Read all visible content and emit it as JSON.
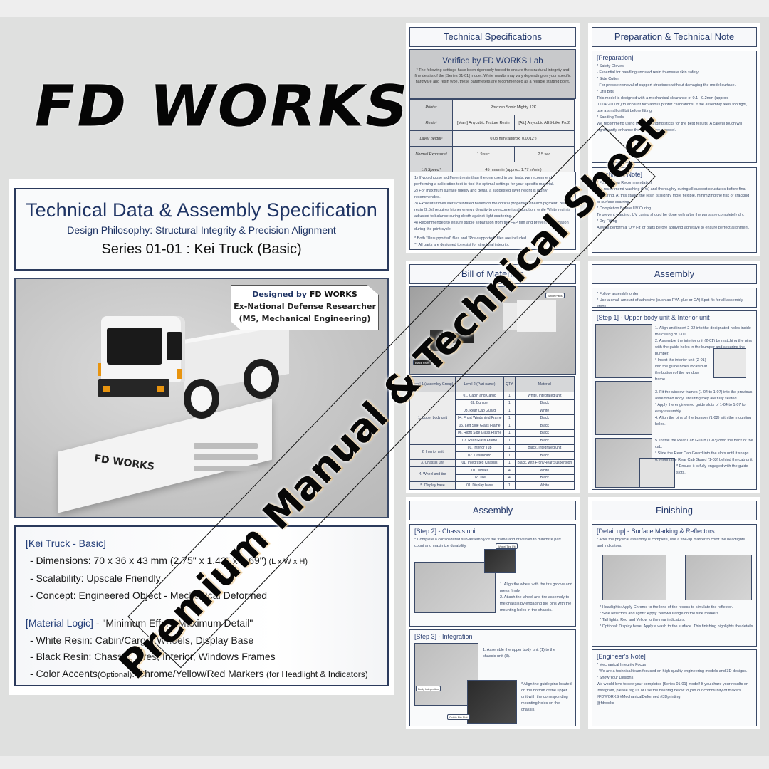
{
  "brand": {
    "logo_text": "FD WORKS"
  },
  "watermark": {
    "text": "Premium Manual & Technical Sheet"
  },
  "main_sheet": {
    "title": "Technical Data & Assembly Specification",
    "subtitle": "Design Philosophy: Structural Integrity & Precision Alignment",
    "series": "Series 01-01 : Kei Truck (Basic)",
    "designer_badge": {
      "line1_prefix": "Designed by ",
      "line1_brand": "FD WORKS",
      "line2": "Ex-National Defense Researcher",
      "line3": "(MS, Mechanical Engineering)"
    },
    "base_label": "FD WORKS",
    "specs": {
      "heading1": "[Kei Truck - Basic]",
      "dimensions": "- Dimensions: 70 x 36 x 43 mm (2.75\" x 1.42\" x 1.69\")",
      "dimensions_suffix": " (L x W x H)",
      "scalability": "- Scalability: Upscale Friendly",
      "concept": "- Concept: Engineered Object - Mechanical Deformed",
      "heading2": "[Material Logic]",
      "heading2_quote": " - \"Minimum Effort, Maximum Detail\"",
      "white_resin": "- White Resin: Cabin/Cargo, Wheels, Display Base",
      "black_resin": "- Black Resin: Chassis, Tires, Interior, Windows Frames",
      "color_accents_prefix": "- Color Accents",
      "color_accents_optional": "(Optional)",
      "color_accents_main": ": Chrome/Yellow/Red Markers",
      "color_accents_suffix": " (for Headlight & Indicators)"
    }
  },
  "panels": {
    "tech_specs": {
      "title": "Technical Specifications",
      "verified_title": "Verified by FD WORKS Lab",
      "verified_note": "* The following settings have been rigorously tested to ensure the structural integrity and fine details of the [Series 01-01] model. While results may vary depending on your specific hardware and resin type, these parameters are recommended as a reliable starting point.",
      "rows": [
        {
          "label": "Printer",
          "values": [
            "Phrozen Sonic Mighty 12K"
          ]
        },
        {
          "label": "Resin¹",
          "values": [
            "[Main] Anycubic Texture Resin",
            "[Alt.] Anycubic ABS-Like Pro2"
          ]
        },
        {
          "label": "Layer height²",
          "values": [
            "0.03 mm (approx. 0.0012\")"
          ]
        },
        {
          "label": "Normal Exposure³",
          "values": [
            "1.9 sec",
            "2.5 sec"
          ]
        },
        {
          "label": "Lift Speed⁴",
          "values": [
            "45 mm/min (approx. 1.77 in/min)"
          ]
        }
      ],
      "notes": [
        "1) If you choose a different resin than the one used in our tests, we recommend performing a calibration test to find the optimal settings for your specific material.",
        "2) For maximum surface fidelity and detail, a suggested layer height is highly recommended.",
        "3) Exposure times were calibrated based on the optical properties of each pigment. Black resin (2.5s) requires higher energy density to overcome its absorption, while White resin is adjusted to balance curing depth against light scattering.",
        "4) Recommended to ensure stable separation from the FEP film and prevent deformation during the print cycle.",
        "* Both \"Unsupported\" files and \"Pre-supported\" files are included.",
        "** All parts are designed to resist for structural integrity."
      ]
    },
    "prep_notes": {
      "title": "Preparation & Technical Note",
      "section1_head": "[Preparation]",
      "section1_items": [
        {
          "head": "* Safety Gloves",
          "text": "- Essential for handling uncured resin to ensure skin safety."
        },
        {
          "head": "* Side Cutter",
          "text": "- For precise removal of support structures without damaging the model surface."
        },
        {
          "head": "* Drill Bits",
          "text": "This model is designed with a mechanical clearance of 0.1 - 0.2mm (approx. 0.004\"-0.008\") to account for various printer calibrations. If the assembly feels too tight, use a small drill bit before fitting."
        },
        {
          "head": "* Sanding Tools",
          "text": "We recommend using fine grit sanding sticks for the best results. A careful touch will significantly enhance the finish of your model."
        }
      ],
      "section2_head": "[Technical Note]",
      "section2_items": [
        {
          "head": "* Post-Curing Recommendation",
          "text": "We recommend washing (IPA) and thoroughly curing all support structures before final UV curing. At this stage, the resin is slightly more flexible, minimizing the risk of cracking or surface scarring."
        },
        {
          "head": "* Completion Before UV Curing",
          "text": "To prevent warping, UV curing should be done only after the parts are completely dry."
        },
        {
          "head": "* Dry Fitting",
          "text": "Always perform a 'Dry Fit' of parts before applying adhesive to ensure perfect alignment."
        }
      ]
    },
    "bom": {
      "title": "Bill of Materials",
      "photo_tags": [
        "White Parts",
        "Black Parts"
      ],
      "headers": [
        "Level 1 (Assembly Group)",
        "Level 2 (Part name)",
        "QTY",
        "Material"
      ],
      "rows": [
        {
          "group": "1. Upper body unit",
          "part": "01. Cabin and Cargo",
          "qty": "1",
          "material": "White, Integrated unit"
        },
        {
          "group": "",
          "part": "02. Bumper",
          "qty": "1",
          "material": "Black"
        },
        {
          "group": "",
          "part": "03. Rear Cab Guard",
          "qty": "1",
          "material": "White"
        },
        {
          "group": "",
          "part": "04. Front Windshield Frame",
          "qty": "1",
          "material": "Black"
        },
        {
          "group": "",
          "part": "05. Left Side Glass Frame",
          "qty": "1",
          "material": "Black"
        },
        {
          "group": "",
          "part": "06. Right Side Glass Frame",
          "qty": "1",
          "material": "Black"
        },
        {
          "group": "",
          "part": "07. Rear Glass Frame",
          "qty": "1",
          "material": "Black"
        },
        {
          "group": "2. Interior unit",
          "part": "01. Interior Tub",
          "qty": "1",
          "material": "Black, Integrated unit"
        },
        {
          "group": "",
          "part": "02. Dashboard",
          "qty": "1",
          "material": "Black"
        },
        {
          "group": "3. Chassis unit",
          "part": "01. Integrated Chassis",
          "qty": "1",
          "material": "Black, with Front/Rear Suspension"
        },
        {
          "group": "4. Wheel and tire",
          "part": "01. Wheel",
          "qty": "4",
          "material": "White"
        },
        {
          "group": "",
          "part": "02. Tire",
          "qty": "4",
          "material": "Black"
        },
        {
          "group": "5. Display base",
          "part": "01. Display base",
          "qty": "1",
          "material": "White"
        }
      ]
    },
    "assembly1": {
      "title": "Assembly",
      "intro": [
        "* Follow assembly order",
        "* Use a small amount of adhesive (such as PVA glue or CA) Spot-fix for all assembly steps"
      ],
      "step_head": "[Step 1] - Upper body unit & Interior unit",
      "steps": [
        "1. Align and insert 2-02 into the designated holes inside the ceiling of 1-01.",
        "2. Assemble the interior unit (2-01) by matching the pins with the guide holes in the bumper and securing the bumper.",
        "* Insert the interior unit (2-01) into the guide holes located at the bottom of the window frame.",
        "3. Fit the window frames (1-04 to 1-07) into the previous assembled body, ensuring they are fully seated.",
        "* Apply the engineered guide slots of 1-04 to 1-07 for easy assembly.",
        "4. Align the pins of the bumper (1-02) with the mounting holes.",
        "5. Install the Rear Cab Guard (1-03) onto the back of the cab.",
        "* Slide the Rear Cab Guard into the slots until it snaps.",
        "6. Mount the Rear Cab Guard (1-03) behind the cab unit.",
        "* Ensure it is fully engaged with the guide slots."
      ]
    },
    "assembly2": {
      "title": "Assembly",
      "step2_head": "[Step 2] - Chassis unit",
      "step2_intro": "* Complete a consolidated sub-assembly of the frame and drivetrain to minimize part count and maximize durability.",
      "step2_steps": [
        "1. Align the wheel with the tire groove and press firmly.",
        "2. Attach the wheel and tire assembly to the chassis by engaging the pins with the mounting holes in the chassis."
      ],
      "callout": "Wheel Tire Fit",
      "step3_head": "[Step 3] - Integration",
      "step3_steps": [
        "1. Assemble the upper body unit (1) to the chassis unit (3).",
        "* Align the guide pins located on the bottom of the upper unit with the corresponding mounting holes on the chassis."
      ],
      "step3_tags": [
        "Body Integration",
        "Guide Pin Slot"
      ]
    },
    "finishing": {
      "title": "Finishing",
      "detail_head": "[Detail up] - Surface Marking & Reflectors",
      "detail_intro": "* After the physical assembly is complete, use a fine-tip marker to color the headlights and indicators.",
      "detail_items": [
        "* Headlights: Apply Chrome to the lens of the recess to simulate the reflector.",
        "* Side reflectors and lights: Apply Yellow/Orange on the side markers.",
        "* Tail lights: Red and Yellow to the rear indicators.",
        "* Optional: Display base: Apply a wash to the surface. This finishing highlights the details."
      ],
      "notes_head": "[Engineer's Note]",
      "notes_items": [
        {
          "head": "* Mechanical Integrity Focus",
          "text": "- We are a technical team focused on high-quality engineering models and 3D designs."
        },
        {
          "head": "* Show Your Designs",
          "text": "We would love to see your completed [Series 01-01] model! If you share your results on Instagram, please tag us or use the hashtag below to join our community of makers."
        }
      ],
      "hashtag": "#FDWORKS #MechanicalDeformed #3Dprinting",
      "footer": "@fdworks"
    }
  },
  "colors": {
    "navy_accent": "#1f3464",
    "border": "#2b3a5c",
    "indicator_orange": "#e8940f",
    "background": "#dfe0df"
  }
}
